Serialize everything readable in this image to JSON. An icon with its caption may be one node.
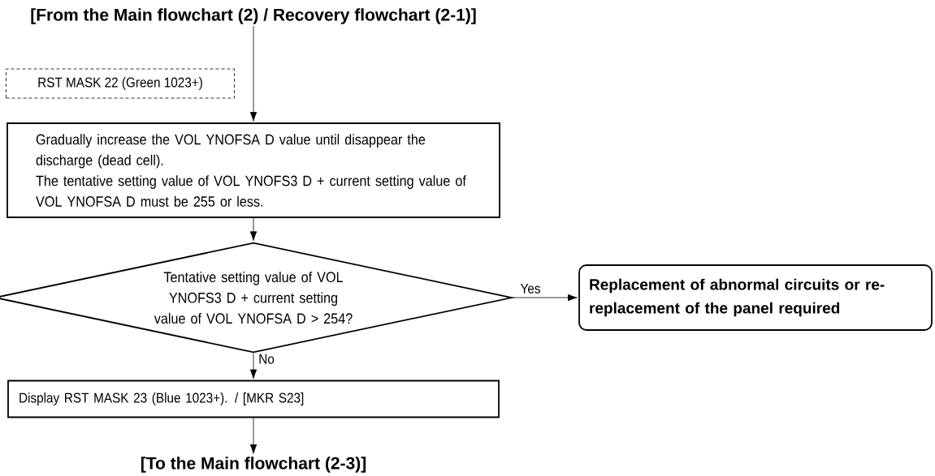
{
  "diagram": {
    "nodes": [
      {
        "text": [
          "[From the Main flowchart (2) / Recovery flowchart (2-1)]"
        ]
      },
      {
        "text": [
          "RST MASK 22 (Green 1023+)"
        ]
      },
      {
        "text": [
          "Gradually increase the VOL YNOFSA D value until disappear the discharge (dead cell).",
          "The tentative setting value of VOL YNOFS3 D + current setting value of VOL YNOFSA D must be 255 or less."
        ]
      },
      {
        "text": [
          "Tentative setting value of VOL YNOFS3 D + current setting value of VOL YNOFSA D > 254?"
        ]
      },
      {
        "text": [
          "Replacement of abnormal circuits or re-replacement of the panel required"
        ]
      },
      {
        "text": [
          "Display RST MASK 23 (Blue 1023+). / [MKR S23]"
        ]
      },
      {
        "text": [
          "[To the Main flowchart (2-3)]"
        ]
      }
    ],
    "edges": [
      {
        "from": 0,
        "to": 2,
        "arrow": "to"
      },
      {
        "from": 2,
        "to": 3,
        "arrow": "to"
      },
      {
        "from": 3,
        "to": 4,
        "arrow": "to",
        "label": "Yes"
      },
      {
        "from": 3,
        "to": 5,
        "arrow": "to",
        "label": "No"
      },
      {
        "from": 5,
        "to": 6,
        "arrow": "to"
      }
    ]
  }
}
